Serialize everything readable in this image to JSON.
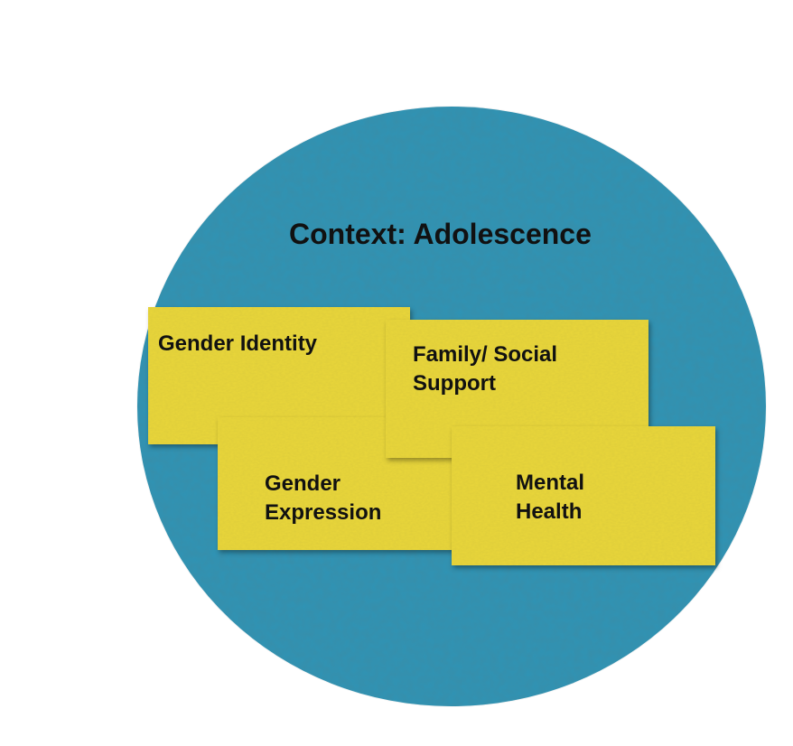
{
  "diagram": {
    "context_label": "Context: Adolescence",
    "notes": {
      "gender_identity": "Gender Identity",
      "gender_expression": "Gender\nExpression",
      "family_social_support": "Family/ Social\nSupport",
      "mental_health": "Mental\nHealth"
    },
    "colors": {
      "circle": "#2f93b4",
      "sticky_note": "#e8d53a",
      "text": "#111111",
      "background": "#ffffff"
    }
  }
}
